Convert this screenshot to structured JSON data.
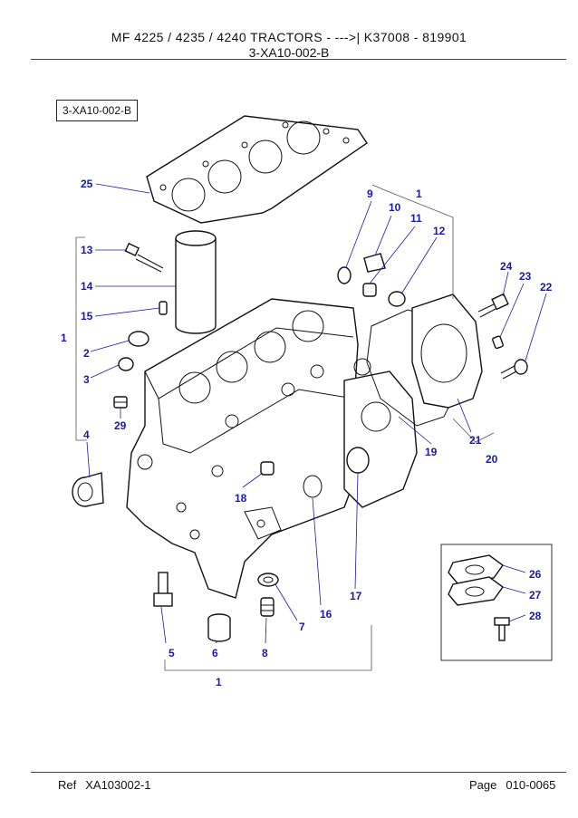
{
  "header": {
    "title": "MF 4225 / 4235 / 4240   TRACTORS  -  --->| K37008 - 819901",
    "code": "3-XA10-002-B"
  },
  "diagram": {
    "box_label": "3-XA10-002-B",
    "callouts": [
      "1",
      "2",
      "3",
      "4",
      "5",
      "6",
      "7",
      "8",
      "9",
      "10",
      "11",
      "12",
      "13",
      "14",
      "15",
      "16",
      "17",
      "18",
      "19",
      "20",
      "21",
      "22",
      "23",
      "24",
      "25",
      "26",
      "27",
      "28",
      "29"
    ]
  },
  "footer": {
    "ref_label": "Ref",
    "ref_value": "XA103002-1",
    "page_label": "Page",
    "page_value": "010-0065"
  }
}
